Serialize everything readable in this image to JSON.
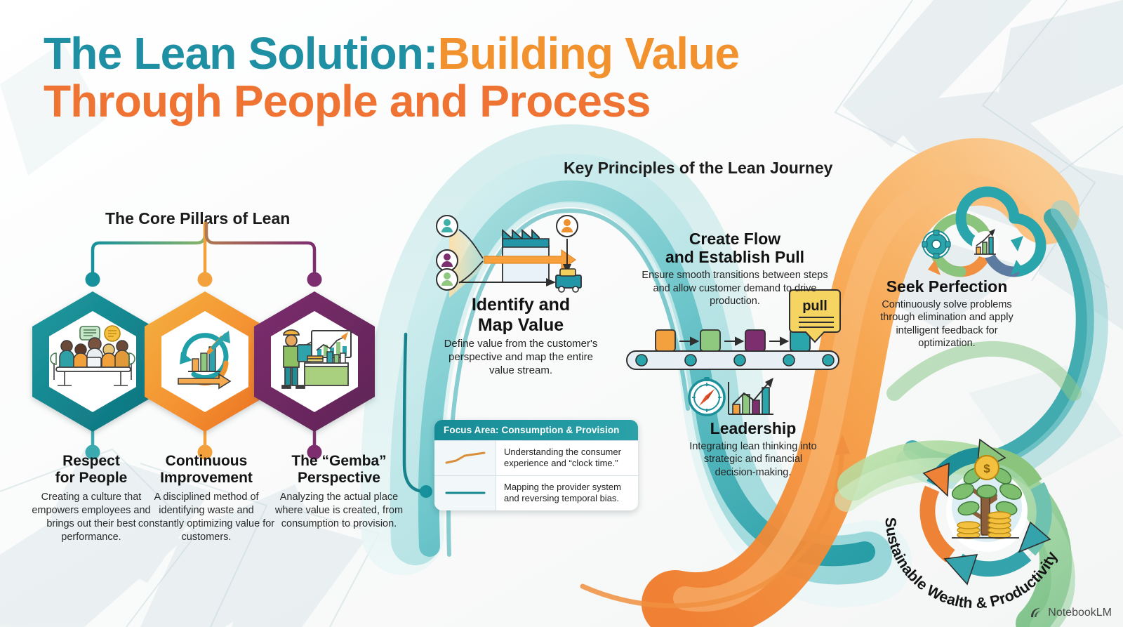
{
  "title": {
    "line1_part1": "The Lean Solution:",
    "line1_part2": "Building Value",
    "line2": "Through People and Process"
  },
  "sections": {
    "core_pillars_heading": "The Core Pillars of Lean",
    "key_principles_heading": "Key Principles of the Lean Journey"
  },
  "pillars": [
    {
      "title_line1": "Respect",
      "title_line2": "for People",
      "desc": "Creating a culture that empowers employees and brings out their best performance.",
      "color": "#127f87",
      "icon": "team-meeting-icon"
    },
    {
      "title_line1": "Continuous",
      "title_line2": "Improvement",
      "desc": "A disciplined method of identifying waste and constantly optimizing value for customers.",
      "color": "#f2922f",
      "icon": "cycle-growth-icon"
    },
    {
      "title_line1": "The “Gemba”",
      "title_line2": "Perspective",
      "desc": "Analyzing the actual place where value is created, from consumption to provision.",
      "color": "#7d2e6e",
      "icon": "worker-presenting-icon"
    }
  ],
  "journey": [
    {
      "title_line1": "Identify and",
      "title_line2": "Map Value",
      "desc": "Define value from the customer's perspective and map the entire value stream.",
      "icon": "value-stream-icon"
    },
    {
      "title_line1": "Create Flow",
      "title_line2": "and Establish Pull",
      "desc": "Ensure smooth transitions between steps and allow customer demand to drive production.",
      "icon": "conveyor-belt-icon"
    },
    {
      "title_line1": "Leadership",
      "title_line2": "",
      "desc": "Integrating lean thinking into strategic and financial decision-making.",
      "icon": "compass-chart-icon"
    },
    {
      "title_line1": "Seek Perfection",
      "title_line2": "",
      "desc": "Continuously solve problems through elimination and apply intelligent feedback for optimization.",
      "icon": "infinity-loop-icon"
    }
  ],
  "focus_card": {
    "header": "Focus Area: Consumption & Provision",
    "rows": [
      {
        "key_icon": "rising-line-icon",
        "key_color": "#d98e3a",
        "text": "Understanding the consumer experience and “clock time.”"
      },
      {
        "key_icon": "flat-line-icon",
        "key_color": "#16868f",
        "text": "Mapping the provider system and reversing temporal bias."
      }
    ]
  },
  "outcome": {
    "label": "Sustainable Wealth & Productivity",
    "icon": "money-tree-cycle-icon"
  },
  "kanban_tag": {
    "label": "pull"
  },
  "watermark": {
    "label": "NotebookLM",
    "icon": "notebooklm-icon"
  },
  "palette": {
    "teal": "#17919b",
    "teal_light": "#7fd0d3",
    "orange": "#f08a34",
    "orange_light": "#f8b266",
    "green": "#7cc17a",
    "purple": "#7d2e6e",
    "ink": "#141414"
  }
}
